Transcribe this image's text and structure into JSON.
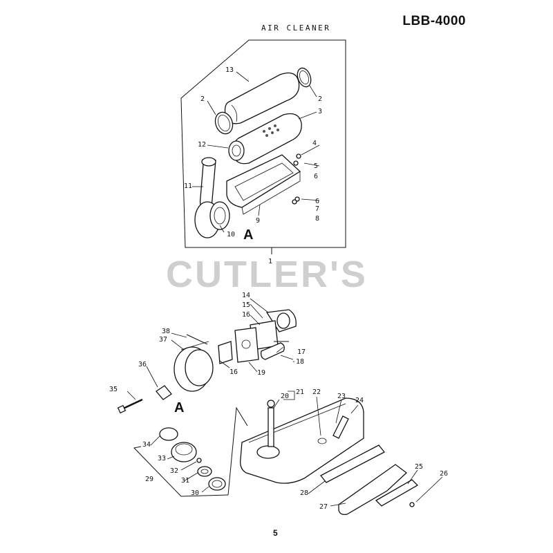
{
  "header": {
    "model": "LBB-4000",
    "section_title": "AIR CLEANER"
  },
  "watermark": "CUTLER'S",
  "page_number": "5",
  "ref_labels": {
    "a_top": "A",
    "a_bottom": "A"
  },
  "callouts": [
    {
      "id": "c13",
      "text": "13"
    },
    {
      "id": "c2a",
      "text": "2"
    },
    {
      "id": "c2b",
      "text": "2"
    },
    {
      "id": "c3",
      "text": "3"
    },
    {
      "id": "c12",
      "text": "12"
    },
    {
      "id": "c4",
      "text": "4"
    },
    {
      "id": "c5",
      "text": "5"
    },
    {
      "id": "c6a",
      "text": "6"
    },
    {
      "id": "c11",
      "text": "11"
    },
    {
      "id": "c6b",
      "text": "6"
    },
    {
      "id": "c7",
      "text": "7"
    },
    {
      "id": "c8",
      "text": "8"
    },
    {
      "id": "c9",
      "text": "9"
    },
    {
      "id": "c10",
      "text": "10"
    },
    {
      "id": "c1",
      "text": "1"
    },
    {
      "id": "c14",
      "text": "14"
    },
    {
      "id": "c15",
      "text": "15"
    },
    {
      "id": "c16a",
      "text": "16"
    },
    {
      "id": "c38",
      "text": "38"
    },
    {
      "id": "c37",
      "text": "37"
    },
    {
      "id": "c17",
      "text": "17"
    },
    {
      "id": "c18",
      "text": "-18"
    },
    {
      "id": "c36",
      "text": "36"
    },
    {
      "id": "c16b",
      "text": "16"
    },
    {
      "id": "c19",
      "text": "19"
    },
    {
      "id": "c35",
      "text": "35"
    },
    {
      "id": "c20",
      "text": "20"
    },
    {
      "id": "c21",
      "text": "21"
    },
    {
      "id": "c22",
      "text": "22"
    },
    {
      "id": "c23",
      "text": "23"
    },
    {
      "id": "c24",
      "text": "24"
    },
    {
      "id": "c34",
      "text": "34"
    },
    {
      "id": "c33",
      "text": "33"
    },
    {
      "id": "c32",
      "text": "32"
    },
    {
      "id": "c29",
      "text": "29"
    },
    {
      "id": "c31",
      "text": "31"
    },
    {
      "id": "c30",
      "text": "30"
    },
    {
      "id": "c28",
      "text": "28"
    },
    {
      "id": "c25",
      "text": "25"
    },
    {
      "id": "c26",
      "text": "26"
    },
    {
      "id": "c27",
      "text": "27"
    }
  ]
}
